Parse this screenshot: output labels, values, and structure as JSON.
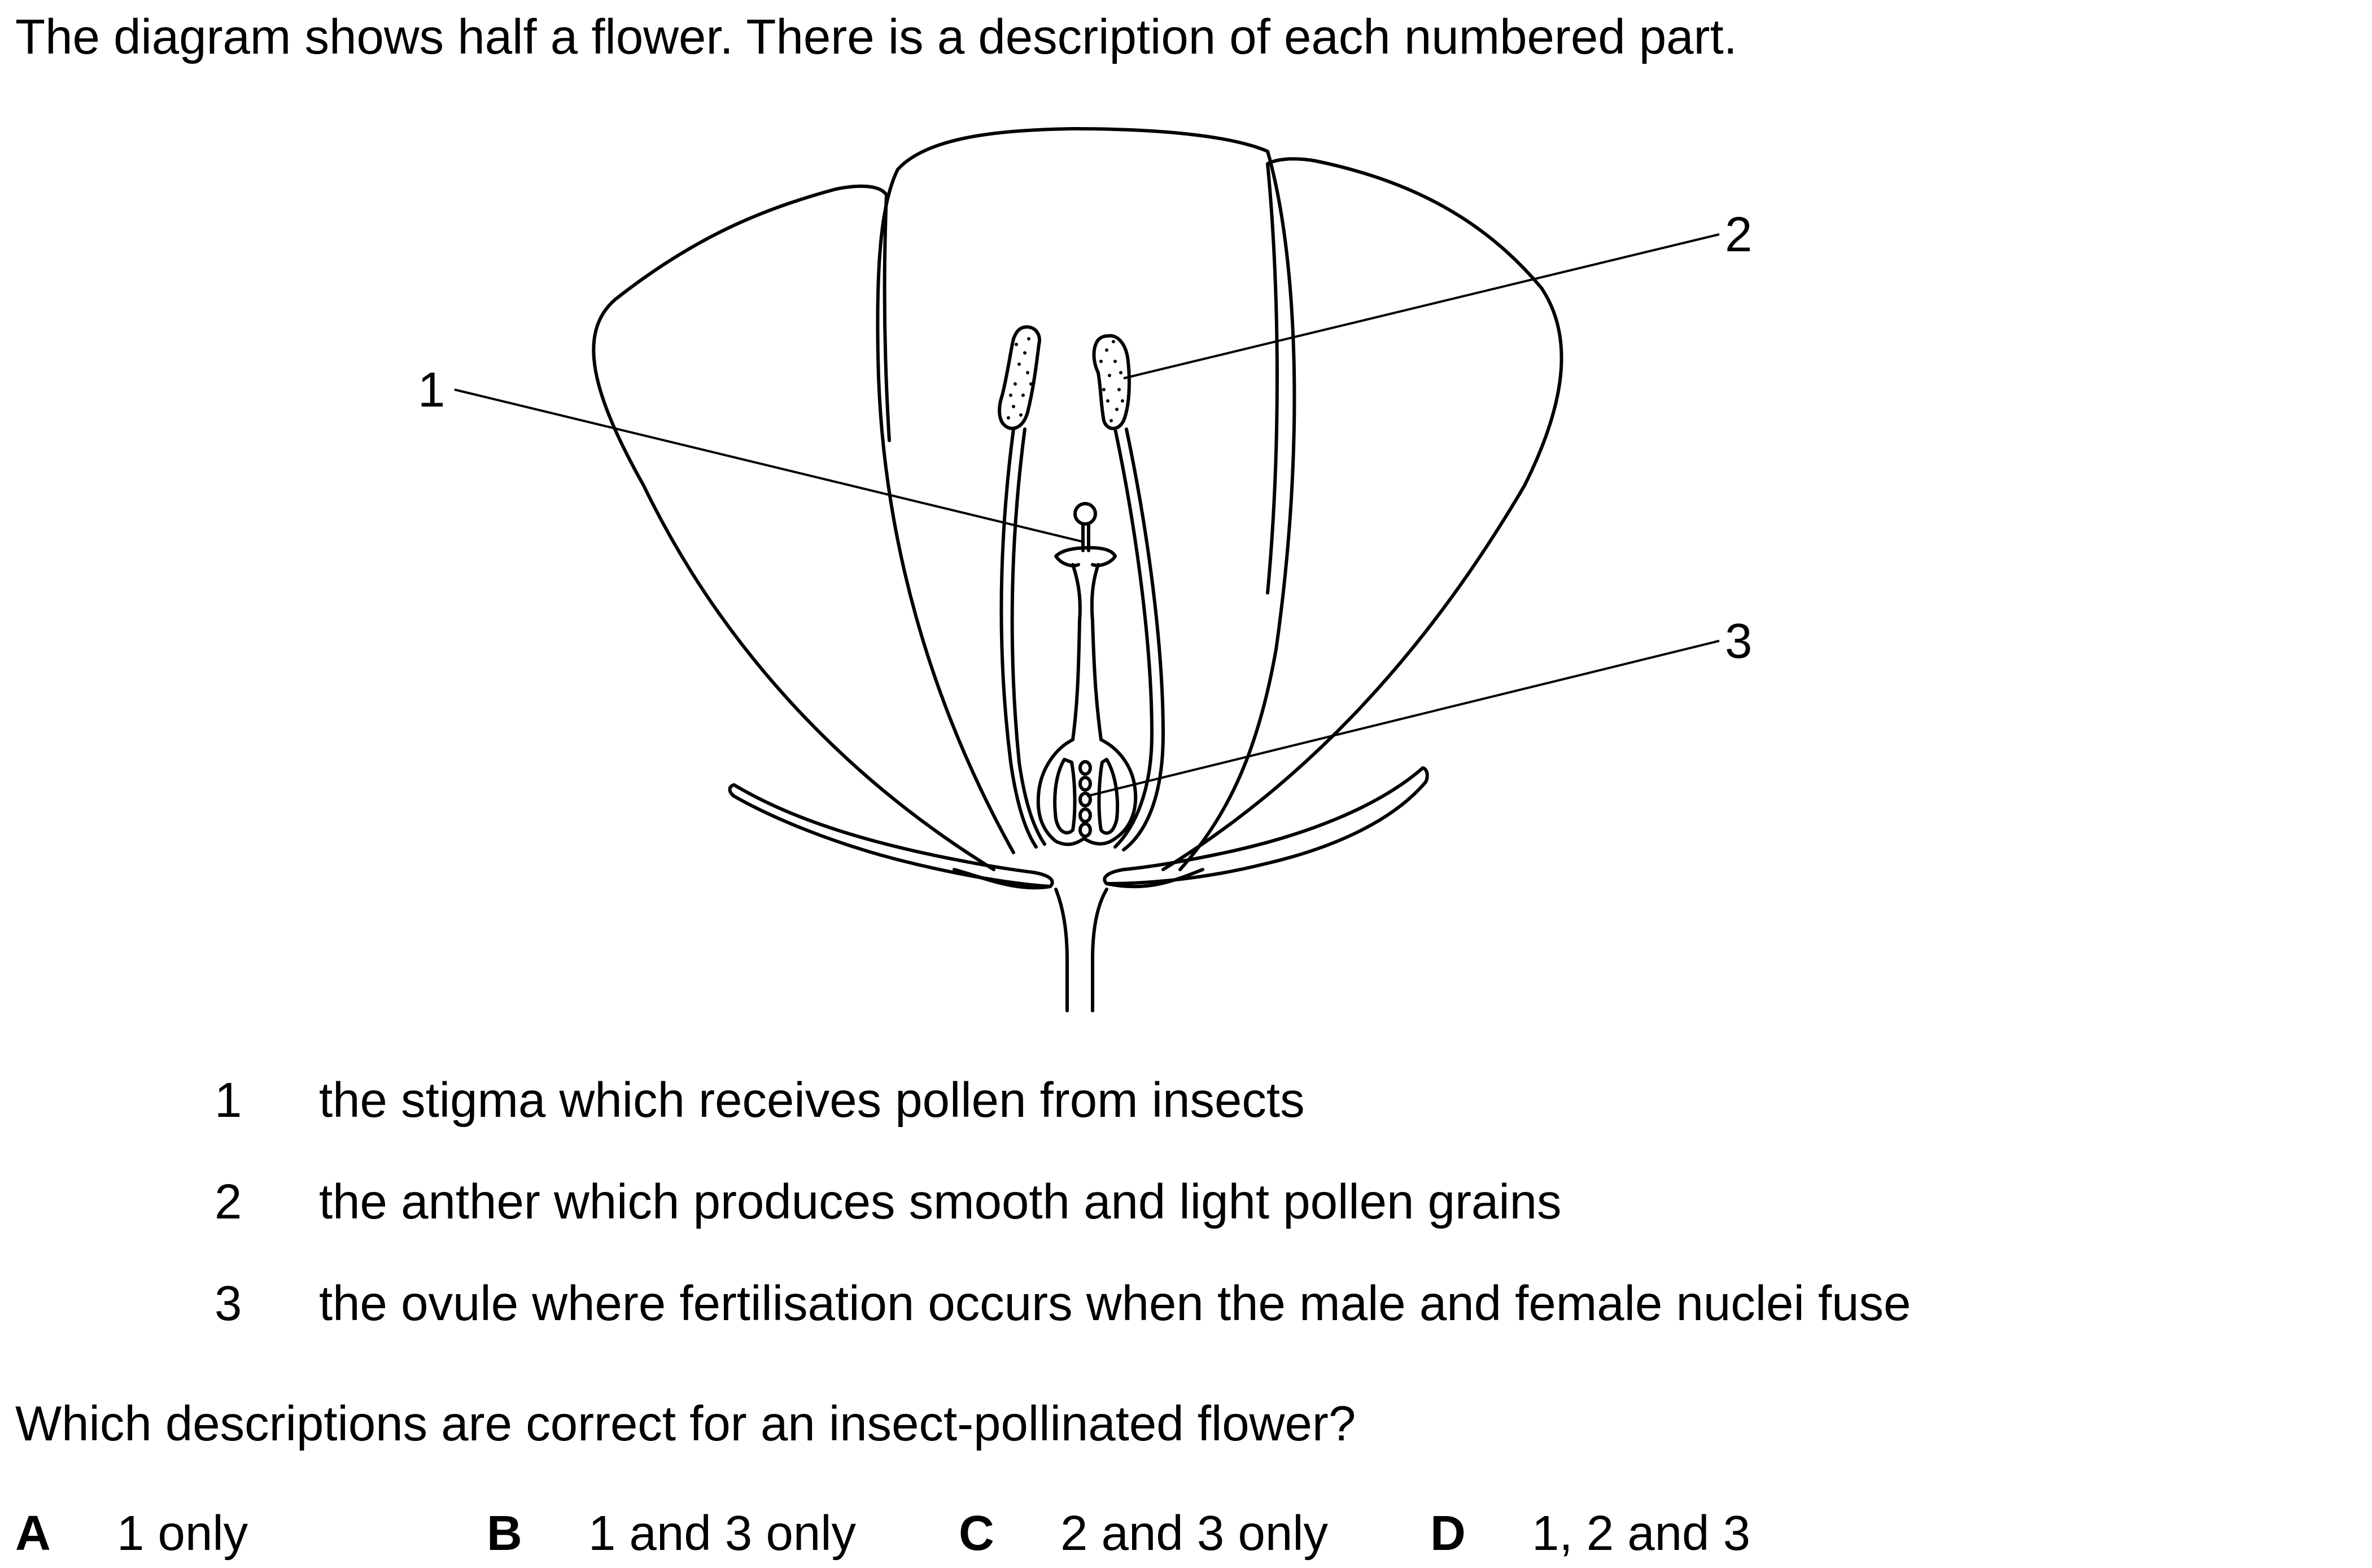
{
  "intro": "The diagram shows half a flower. There is a description of each numbered part.",
  "diagram": {
    "labels": [
      "1",
      "2",
      "3"
    ]
  },
  "descriptions": [
    {
      "num": "1",
      "text": "the stigma which receives pollen from insects"
    },
    {
      "num": "2",
      "text": "the anther which produces smooth and light pollen grains"
    },
    {
      "num": "3",
      "text": "the ovule where fertilisation occurs when the male and female nuclei fuse"
    }
  ],
  "question": "Which descriptions are correct for an insect-pollinated flower?",
  "options": [
    {
      "letter": "A",
      "text": "1 only"
    },
    {
      "letter": "B",
      "text": "1 and 3 only"
    },
    {
      "letter": "C",
      "text": "2 and 3 only"
    },
    {
      "letter": "D",
      "text": "1, 2 and 3"
    }
  ]
}
